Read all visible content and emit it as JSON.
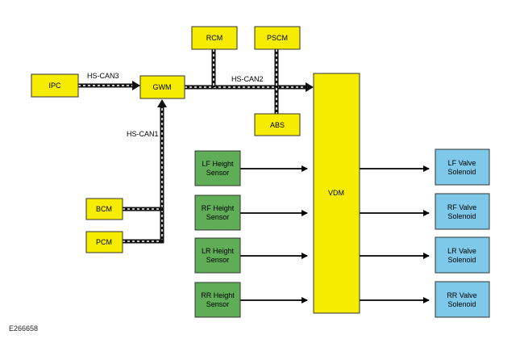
{
  "modules": {
    "ipc": "IPC",
    "gwm": "GWM",
    "rcm": "RCM",
    "pscm": "PSCM",
    "abs": "ABS",
    "bcm": "BCM",
    "pcm": "PCM",
    "vdm": "VDM"
  },
  "sensors": {
    "lf": [
      "LF Height",
      "Sensor"
    ],
    "rf": [
      "RF Height",
      "Sensor"
    ],
    "lr": [
      "LR Height",
      "Sensor"
    ],
    "rr": [
      "RR Height",
      "Sensor"
    ]
  },
  "solenoids": {
    "lf": [
      "LF Valve",
      "Solenoid"
    ],
    "rf": [
      "RF Valve",
      "Solenoid"
    ],
    "lr": [
      "LR Valve",
      "Solenoid"
    ],
    "rr": [
      "RR Valve",
      "Solenoid"
    ]
  },
  "buses": {
    "hs_can1": "HS-CAN1",
    "hs_can2": "HS-CAN2",
    "hs_can3": "HS-CAN3"
  },
  "figure_code": "E266658",
  "colors": {
    "module_yellow": "#f5ec00",
    "sensor_green": "#5fae57",
    "solenoid_blue": "#7ec8ea",
    "bus_black": "#111111"
  }
}
